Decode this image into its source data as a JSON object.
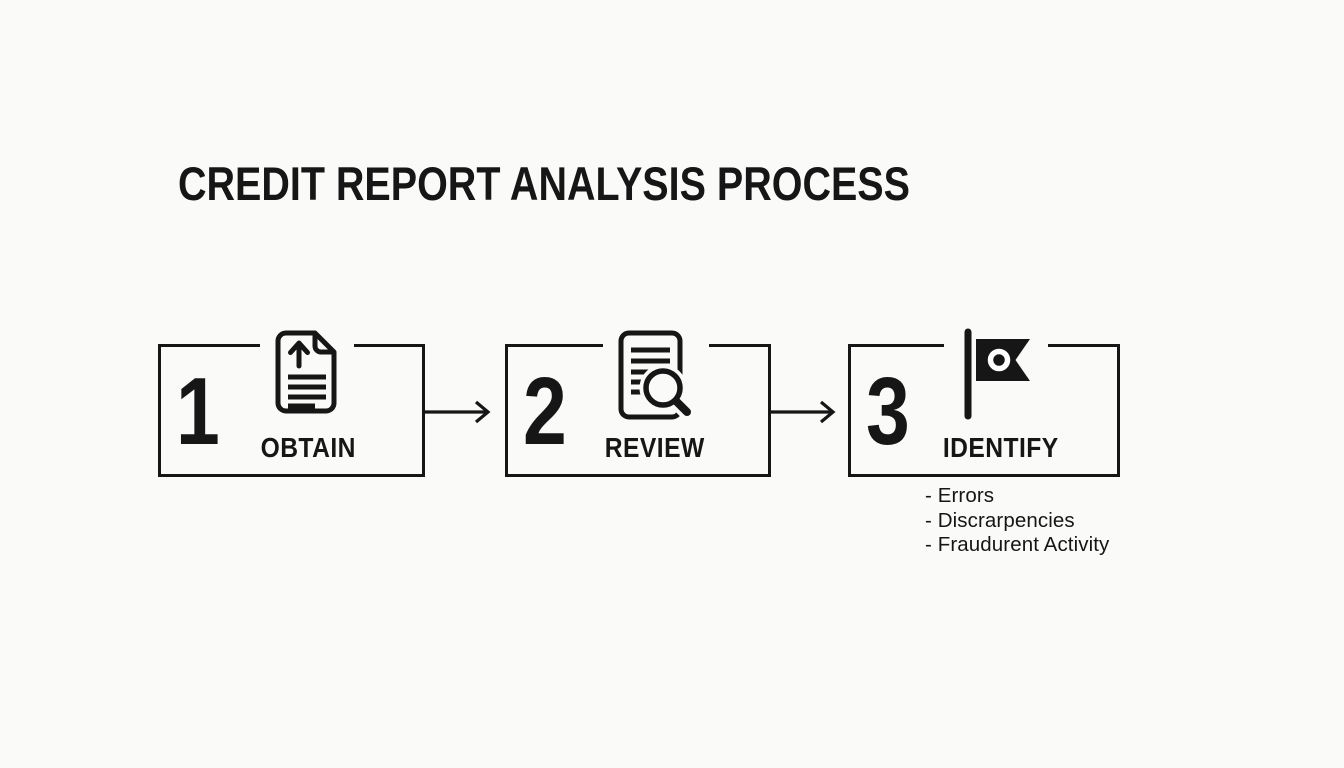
{
  "title": "CREDIT REPORT ANALYSIS PROCESS",
  "steps": [
    {
      "number": "1",
      "label": "OBTAIN",
      "icon": "document-upload-icon"
    },
    {
      "number": "2",
      "label": "REVIEW",
      "icon": "document-search-icon"
    },
    {
      "number": "3",
      "label": "IDENTIFY",
      "icon": "flag-icon"
    }
  ],
  "connector_icon": "arrow-right-icon",
  "identify_details": {
    "items": [
      "- Errors",
      "- Discrarpencies",
      "- Fraudurent Activity"
    ]
  },
  "colors": {
    "ink": "#161616",
    "background": "#fafaf8"
  }
}
